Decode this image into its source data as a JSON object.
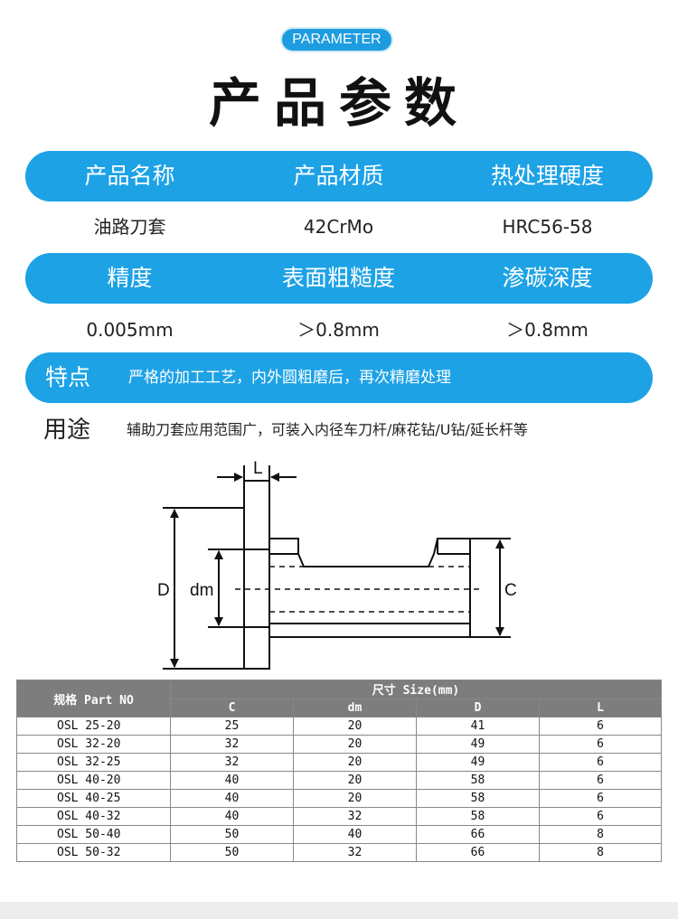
{
  "badge": "PARAMETER",
  "title": "产品参数",
  "params": {
    "row1_headers": [
      "产品名称",
      "产品材质",
      "热处理硬度"
    ],
    "row1_values": [
      "油路刀套",
      "42CrMo",
      "HRC56-58"
    ],
    "row2_headers": [
      "精度",
      "表面粗糙度",
      "渗碳深度"
    ],
    "row2_values": [
      "0.005mm",
      "＞0.8mm",
      "＞0.8mm"
    ]
  },
  "feature": {
    "label": "特点",
    "text": "严格的加工工艺，内外圆粗磨后，再次精磨处理"
  },
  "usage": {
    "label": "用途",
    "text": "辅助刀套应用范围广，可装入内径车刀杆/麻花钻/U钻/延长杆等"
  },
  "diagram": {
    "L": "L",
    "D": "D",
    "dm": "dm",
    "C": "C"
  },
  "table": {
    "header_part": "规格  Part NO",
    "header_size": "尺寸 Size(mm)",
    "columns": [
      "C",
      "dm",
      "D",
      "L"
    ],
    "rows": [
      [
        "OSL 25-20",
        "25",
        "20",
        "41",
        "6"
      ],
      [
        "OSL 32-20",
        "32",
        "20",
        "49",
        "6"
      ],
      [
        "OSL 32-25",
        "32",
        "20",
        "49",
        "6"
      ],
      [
        "OSL 40-20",
        "40",
        "20",
        "58",
        "6"
      ],
      [
        "OSL 40-25",
        "40",
        "20",
        "58",
        "6"
      ],
      [
        "OSL 40-32",
        "40",
        "32",
        "58",
        "6"
      ],
      [
        "OSL 50-40",
        "50",
        "40",
        "66",
        "8"
      ],
      [
        "OSL 50-32",
        "50",
        "32",
        "66",
        "8"
      ]
    ]
  },
  "colors": {
    "accent": "#1da2e6",
    "table_header": "#7d7d7d"
  }
}
